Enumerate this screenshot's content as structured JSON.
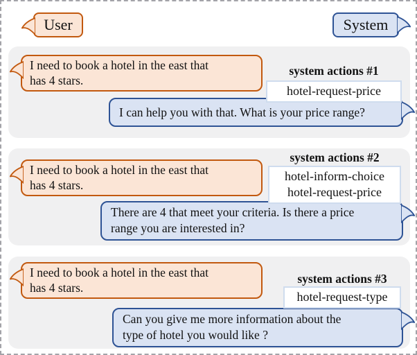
{
  "legend": {
    "user": "User",
    "system": "System"
  },
  "colors": {
    "user_bubble_fill": "#fbe5d6",
    "user_bubble_border": "#c2590f",
    "system_bubble_fill": "#dae3f3",
    "system_bubble_border": "#2e5395",
    "panel_background": "#f0f0f1",
    "action_box_border": "#cfdcee",
    "outer_dashed_border": "#a3a3a8",
    "text": "#111111"
  },
  "turns": [
    {
      "actions_label": "system actions #1",
      "user_lines": [
        "I need to book a hotel in the east that",
        "has 4 stars."
      ],
      "actions": [
        "hotel-request-price"
      ],
      "system_lines": [
        "I can help you with that. What is your price range?"
      ]
    },
    {
      "actions_label": "system actions #2",
      "user_lines": [
        "I need to book a hotel in the east that",
        "has 4 stars."
      ],
      "actions": [
        "hotel-inform-choice",
        "hotel-request-price"
      ],
      "system_lines": [
        "There are 4 that meet your criteria. Is there a price",
        "range you are interested in?"
      ]
    },
    {
      "actions_label": "system actions #3",
      "user_lines": [
        "I need to book a hotel in the east that",
        "has 4 stars."
      ],
      "actions": [
        "hotel-request-type"
      ],
      "system_lines": [
        "Can you give me more information about the",
        "type of hotel you would like ?"
      ]
    }
  ]
}
